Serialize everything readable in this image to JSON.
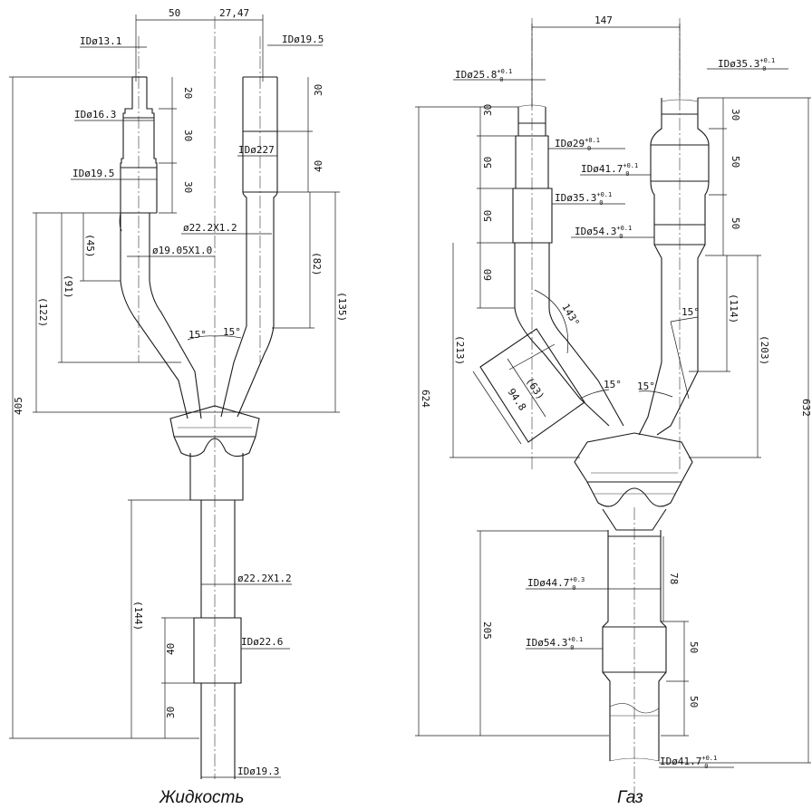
{
  "liquid": {
    "caption": "Жидкость",
    "top_dims": {
      "left": "50",
      "right": "27,47"
    },
    "id_labels": [
      "IDø13.1",
      "IDø16.3",
      "IDø19.5",
      "IDø19.5",
      "IDø227",
      "IDø22.6",
      "IDø19.3"
    ],
    "od_labels": [
      "ø22.2X1.2",
      "ø19.05X1.0",
      "ø22.2X1.2"
    ],
    "lengths": [
      "20",
      "30",
      "30",
      "30",
      "40",
      "40",
      "30"
    ],
    "refs": [
      "(45)",
      "(91)",
      "(122)",
      "(82)",
      "(135)",
      "(144)"
    ],
    "overall": "405",
    "angles": [
      "15°",
      "15°"
    ]
  },
  "gas": {
    "caption": "Газ",
    "top_dim": "147",
    "id_labels": [
      {
        "base": "IDø25.8",
        "sup": "+0.1",
        "sub": "0"
      },
      {
        "base": "IDø35.3",
        "sup": "+0.1",
        "sub": "0"
      },
      {
        "base": "IDø29",
        "sup": "+0.1",
        "sub": "0"
      },
      {
        "base": "IDø41.7",
        "sup": "+0.1",
        "sub": "0"
      },
      {
        "base": "IDø35.3",
        "sup": "+0.1",
        "sub": "0"
      },
      {
        "base": "IDø54.3",
        "sup": "+0.1",
        "sub": "0"
      },
      {
        "base": "IDø44.7",
        "sup": "+0.3",
        "sub": "0"
      },
      {
        "base": "IDø54.3",
        "sup": "+0.1",
        "sub": "0"
      },
      {
        "base": "IDø41.7",
        "sup": "+0.1",
        "sub": "0"
      }
    ],
    "lengths": [
      "30",
      "50",
      "50",
      "60",
      "30",
      "50",
      "50",
      "78",
      "50",
      "50"
    ],
    "refs": [
      "(213)",
      "(63)",
      "(114)",
      "(203)"
    ],
    "branch_len": "94.8",
    "overall_left": "624",
    "overall_right": "632",
    "lower_len": "205",
    "angles": [
      "143°",
      "15°",
      "15°",
      "15°"
    ]
  }
}
